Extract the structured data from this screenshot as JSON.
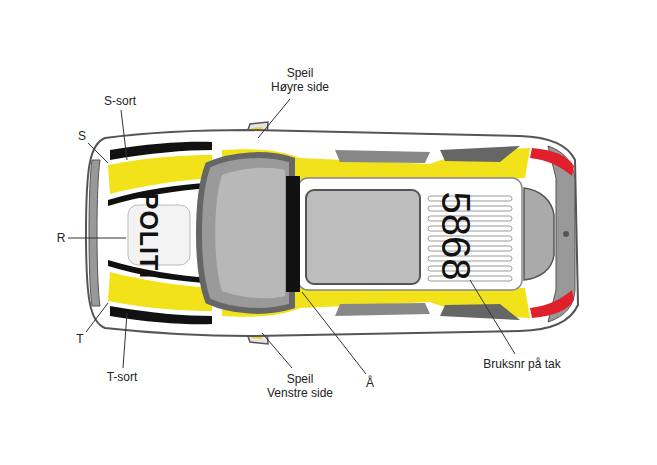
{
  "diagram": {
    "labels": [
      "Speil Høyre side",
      "S-sort",
      "S",
      "R",
      "POLITI",
      "5868",
      "T",
      "T-sort",
      "Speil Venstre side",
      "Å",
      "Bruksnr på tak"
    ]
  }
}
